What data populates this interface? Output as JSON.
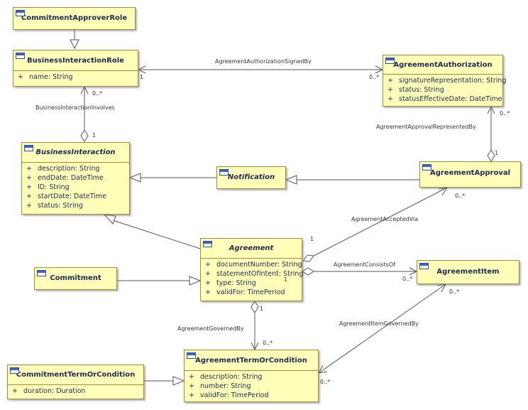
{
  "classes": {
    "commitment_approver_role": {
      "name": "CommitmentApproverRole"
    },
    "business_interaction_role": {
      "name": "BusinessInteractionRole",
      "attrs": [
        "name: String"
      ]
    },
    "agreement_authorization": {
      "name": "AgreementAuthorization",
      "attrs": [
        "signatureRepresentation: String",
        "status: String",
        "statusEffectiveDate: DateTime"
      ]
    },
    "business_interaction": {
      "name": "BusinessInteraction",
      "attrs": [
        "description: String",
        "endDate: DateTime",
        "ID: String",
        "startDate: DateTime",
        "status: String"
      ]
    },
    "notification": {
      "name": "Notification"
    },
    "agreement_approval": {
      "name": "AgreementApproval"
    },
    "agreement": {
      "name": "Agreement",
      "attrs": [
        "documentNumber: String",
        "statementOfIntent: String",
        "type: String",
        "validFor: TimePeriod"
      ]
    },
    "commitment": {
      "name": "Commitment"
    },
    "agreement_item": {
      "name": "AgreementItem"
    },
    "agreement_term_or_condition": {
      "name": "AgreementTermOrCondition",
      "attrs": [
        "description: String",
        "number: String",
        "validFor: TimePeriod"
      ]
    },
    "commitment_term_or_condition": {
      "name": "CommitmentTermOrCondition",
      "attrs": [
        "duration: Duration"
      ]
    }
  },
  "visibility_symbol": "+",
  "associations": {
    "authorization_signed_by": "AgreementAuthorizationSignedBy",
    "interaction_involves": "BusinessInteractionInvolves",
    "approval_represented_by": "AgreementApprovalRepresentedBy",
    "accepted_via": "AgreementAcceptedVia",
    "consists_of": "AgreementConsistsOf",
    "governed_by": "AgreementGovernedBy",
    "item_governed_by": "AgreementItemGovernedBy"
  },
  "multiplicities": {
    "signed_role": "1",
    "signed_auth": "0..*",
    "involves_role": "0..*",
    "involves_interaction": "1",
    "represented_auth": "0..*",
    "represented_approval": "1",
    "accepted_approval": "0..*",
    "accepted_agreement": "1",
    "consists_agreement": "1",
    "consists_item": "0..*",
    "governed_agreement": "1",
    "governed_term": "0..*",
    "item_governed_item": "0..*",
    "item_governed_term": "0..*"
  }
}
